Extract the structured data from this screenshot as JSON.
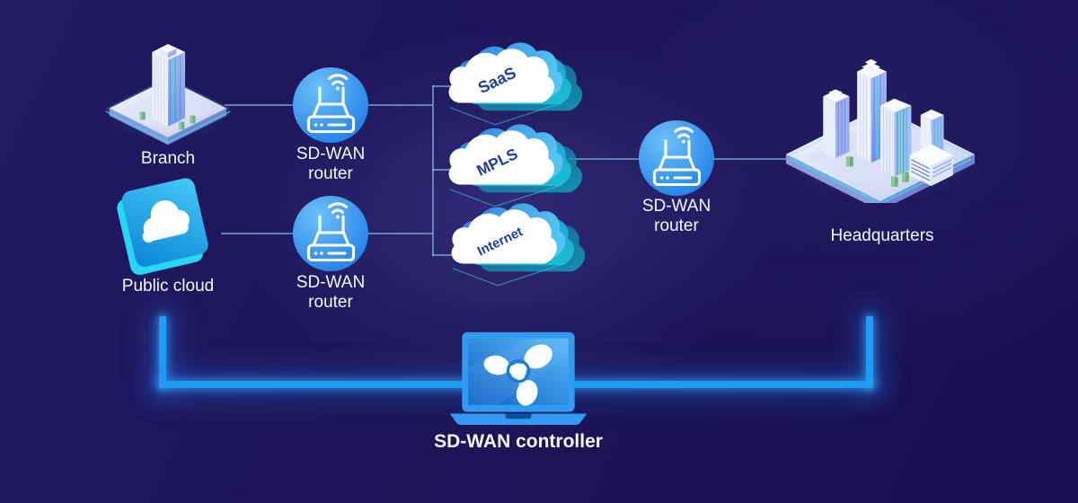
{
  "nodes": {
    "branch": {
      "label": "Branch"
    },
    "public_cloud": {
      "label": "Public cloud"
    },
    "router_branch": {
      "line1": "SD-WAN",
      "line2": "router"
    },
    "router_public_cloud": {
      "line1": "SD-WAN",
      "line2": "router"
    },
    "router_headquarters": {
      "line1": "SD-WAN",
      "line2": "router"
    },
    "headquarters": {
      "label": "Headquarters"
    },
    "controller": {
      "label": "SD-WAN controller"
    }
  },
  "clouds": [
    {
      "label": "SaaS"
    },
    {
      "label": "MPLS"
    },
    {
      "label": "Internet"
    }
  ],
  "colors": {
    "background": "#1d1557",
    "router_circle_top": "#6cc0fa",
    "router_circle_bottom": "#1878e6",
    "bus_line": "#1f9df4",
    "connector_line": "#7dc6de",
    "cloud_label_text": "#1c3fa0",
    "accent_cyan": "#35dcec",
    "label_text": "#f4f6ff"
  }
}
